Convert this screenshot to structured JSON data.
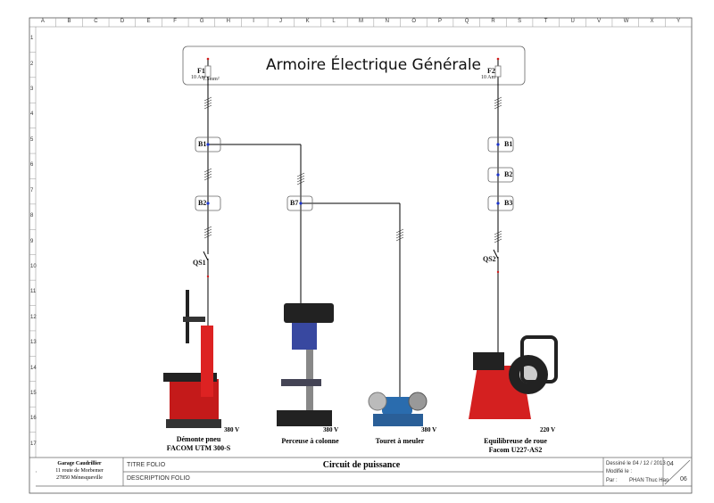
{
  "columns": [
    "A",
    "B",
    "C",
    "D",
    "E",
    "F",
    "G",
    "H",
    "I",
    "J",
    "K",
    "L",
    "M",
    "N",
    "O",
    "P",
    "Q",
    "R",
    "S",
    "T",
    "U",
    "V",
    "W",
    "X",
    "Y"
  ],
  "rows": [
    "1",
    "2",
    "3",
    "4",
    "5",
    "6",
    "7",
    "8",
    "9",
    "10",
    "11",
    "12",
    "13",
    "14",
    "15",
    "16",
    "17"
  ],
  "title": "Armoire Électrique Générale",
  "fuses": [
    {
      "name": "F1",
      "rating": "10 Am"
    },
    {
      "name": "F2",
      "rating": "10 Am"
    }
  ],
  "cable_section": "1.5mm²",
  "left_branch": {
    "junctions": [
      "B1",
      "B2",
      "B7"
    ],
    "switch": "QS1"
  },
  "right_branch": {
    "junctions": [
      "B1",
      "B2",
      "B3"
    ],
    "switch": "QS2"
  },
  "equipment": [
    {
      "name": "Démonte pneu",
      "model": "FACOM UTM 300-S",
      "voltage": "380 V"
    },
    {
      "name": "Perceuse à colonne",
      "voltage": "380 V"
    },
    {
      "name": "Touret à meuler",
      "voltage": "380 V"
    },
    {
      "name": "Equilibreuse de roue",
      "model": "Facom U227-AS2",
      "voltage": "220 V"
    }
  ],
  "title_block": {
    "company": "Garage Caudrillier",
    "address1": "11 route de Morbemer",
    "address2": "27850 Ménesqueville",
    "titre_label": "TITRE FOLIO",
    "titre": "Circuit de puissance",
    "description_label": "DESCRIPTION FOLIO",
    "drawn_label": "Dessiné le :",
    "drawn_date": "04 / 12 / 2013",
    "modified_label": "Modifié le :",
    "by_label": "Par :",
    "author": "PHAN Thuc Hao",
    "folio": "04",
    "total": "06"
  },
  "colors": {
    "wire": "#000000",
    "node": "#1a33cc",
    "device_red": "#d01c1c"
  }
}
